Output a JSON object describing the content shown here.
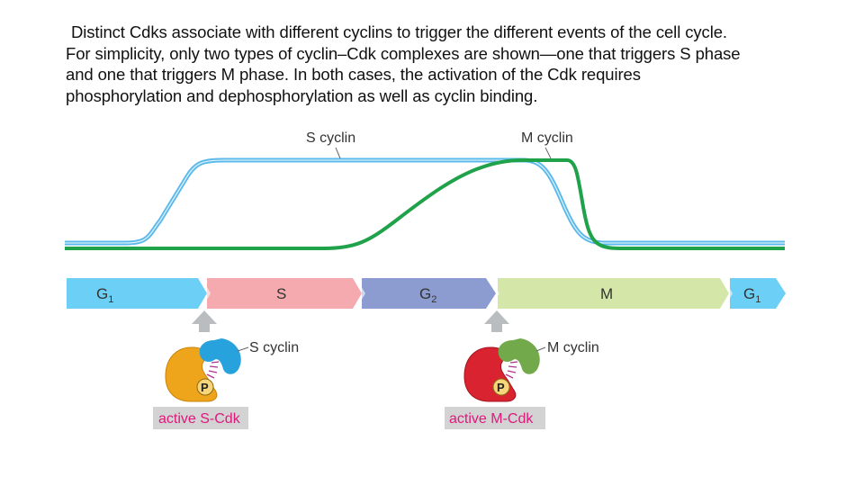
{
  "caption": {
    "line1": "Distinct Cdks associate with different cyclins to trigger the different events of the cell cycle.",
    "line2": "For simplicity, only two types of cyclin–Cdk complexes are shown—one that triggers S phase",
    "line3": "and one that triggers M phase. In both cases, the activation of the Cdk requires",
    "line4": "phosphorylation and dephosphorylation as well as cyclin binding."
  },
  "curves": {
    "s_cyclin_label": "S cyclin",
    "m_cyclin_label": "M cyclin",
    "colors": {
      "s_cyclin": "#5bb8ea",
      "m_cyclin": "#1fa24a"
    }
  },
  "phases": [
    {
      "label": "G",
      "sub": "1",
      "color": "#6ccff6"
    },
    {
      "label": "S",
      "sub": "",
      "color": "#f4aaae"
    },
    {
      "label": "G",
      "sub": "2",
      "color": "#8c9bd0"
    },
    {
      "label": "M",
      "sub": "",
      "color": "#d4e7a8"
    },
    {
      "label": "G",
      "sub": "1",
      "color": "#6ccff6"
    }
  ],
  "complexes": {
    "s": {
      "cyclin_label": "S cyclin",
      "phosphate": "P",
      "name": "active S-Cdk"
    },
    "m": {
      "cyclin_label": "M cyclin",
      "phosphate": "P",
      "name": "active M-Cdk"
    }
  }
}
